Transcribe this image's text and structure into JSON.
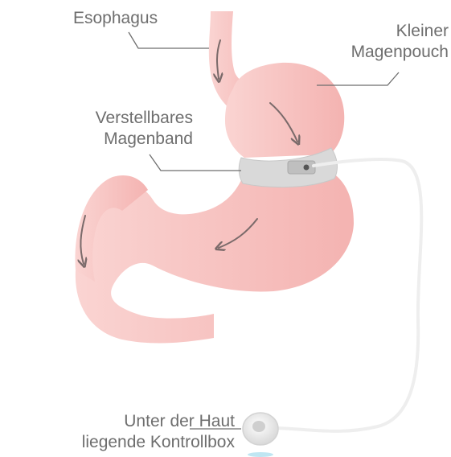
{
  "labels": {
    "esophagus": "Esophagus",
    "pouch": [
      "Kleiner",
      "Magenpouch"
    ],
    "band": [
      "Verstellbares",
      "Magenband"
    ],
    "control_box": [
      "Unter der Haut",
      "liegende Kontrollbox"
    ]
  },
  "colors": {
    "stomach": "#f5b9b7",
    "stomach_light": "#fad4d2",
    "band": "#d9d9d9",
    "arrow": "#7a6a6a",
    "leader_line": "#6e6e6e",
    "tube": "#eeeeee"
  },
  "icons": [
    "arrow-icon",
    "port-icon"
  ]
}
